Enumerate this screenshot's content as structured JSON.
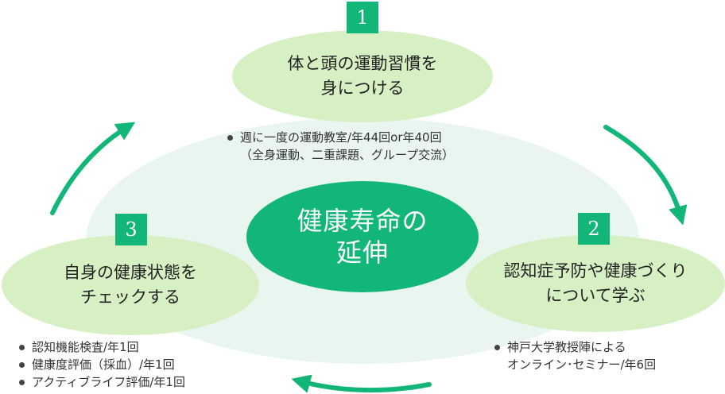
{
  "center": {
    "line1": "健康寿命の",
    "line2": "延伸"
  },
  "steps": [
    {
      "number": "1",
      "line1": "体と頭の運動習慣を",
      "line2": "身につける",
      "bullets": [
        {
          "text": "週に一度の運動教室/年44回or年40回",
          "cont": "（全身運動、二重課題、グループ交流）"
        }
      ]
    },
    {
      "number": "2",
      "line1": "認知症予防や健康づくり",
      "line2": "について学ぶ",
      "bullets": [
        {
          "text": "神戸大学教授陣による",
          "cont": "オンライン･セミナー/年6回"
        }
      ]
    },
    {
      "number": "3",
      "line1": "自身の健康状態を",
      "line2": "チェックする",
      "bullets": [
        {
          "text": "認知機能検査/年1回"
        },
        {
          "text": "健康度評価（採血）/年1回"
        },
        {
          "text": "アクティブライフ評価/年1回"
        }
      ]
    }
  ],
  "colors": {
    "accent": "#12b678",
    "bubble": "#d6f0c4",
    "background_ellipse": "#e8f6ef",
    "arrow": "#12b678"
  }
}
